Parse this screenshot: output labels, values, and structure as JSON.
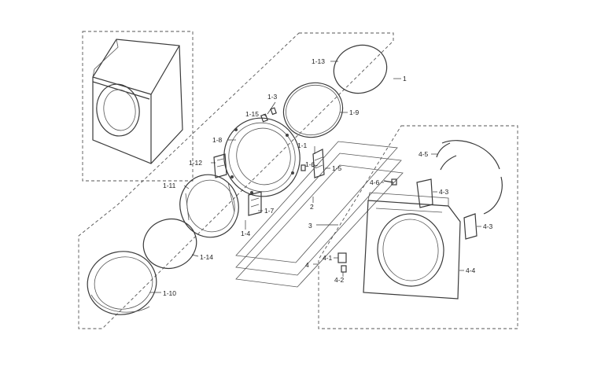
{
  "labels": {
    "p1": "1",
    "p1_1": "1-1",
    "p1_3": "1-3",
    "p1_4": "1-4",
    "p1_5": "1-5",
    "p1_6": "1-6",
    "p1_7": "1-7",
    "p1_8": "1-8",
    "p1_9": "1-9",
    "p1_10": "1-10",
    "p1_11": "1-11",
    "p1_12": "1-12",
    "p1_13": "1-13",
    "p1_14": "1-14",
    "p1_15": "1-15",
    "p2": "2",
    "p3": "3",
    "p4": "4",
    "p4_1": "4-1",
    "p4_2": "4-2",
    "p4_3a": "4-3",
    "p4_3b": "4-3",
    "p4_4": "4-4",
    "p4_5": "4-5",
    "p4_6": "4-6"
  }
}
